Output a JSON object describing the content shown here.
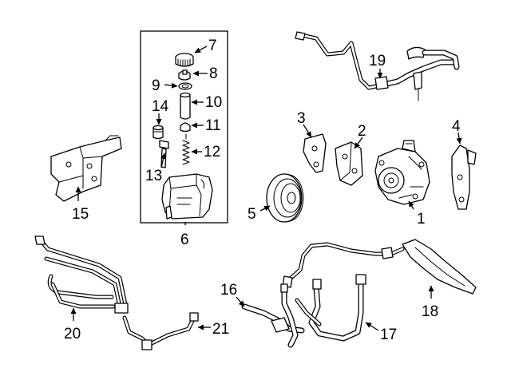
{
  "diagram": {
    "callouts": [
      {
        "id": "1",
        "text": "1"
      },
      {
        "id": "2",
        "text": "2"
      },
      {
        "id": "3",
        "text": "3"
      },
      {
        "id": "4",
        "text": "4"
      },
      {
        "id": "5",
        "text": "5"
      },
      {
        "id": "6",
        "text": "6"
      },
      {
        "id": "7",
        "text": "7"
      },
      {
        "id": "8",
        "text": "8"
      },
      {
        "id": "9",
        "text": "9"
      },
      {
        "id": "10",
        "text": "10"
      },
      {
        "id": "11",
        "text": "11"
      },
      {
        "id": "12",
        "text": "12"
      },
      {
        "id": "13",
        "text": "13"
      },
      {
        "id": "14",
        "text": "14"
      },
      {
        "id": "15",
        "text": "15"
      },
      {
        "id": "16",
        "text": "16"
      },
      {
        "id": "17",
        "text": "17"
      },
      {
        "id": "18",
        "text": "18"
      },
      {
        "id": "19",
        "text": "19"
      },
      {
        "id": "20",
        "text": "20"
      },
      {
        "id": "21",
        "text": "21"
      }
    ]
  },
  "colors": {
    "line": "#000000",
    "background": "#ffffff"
  }
}
